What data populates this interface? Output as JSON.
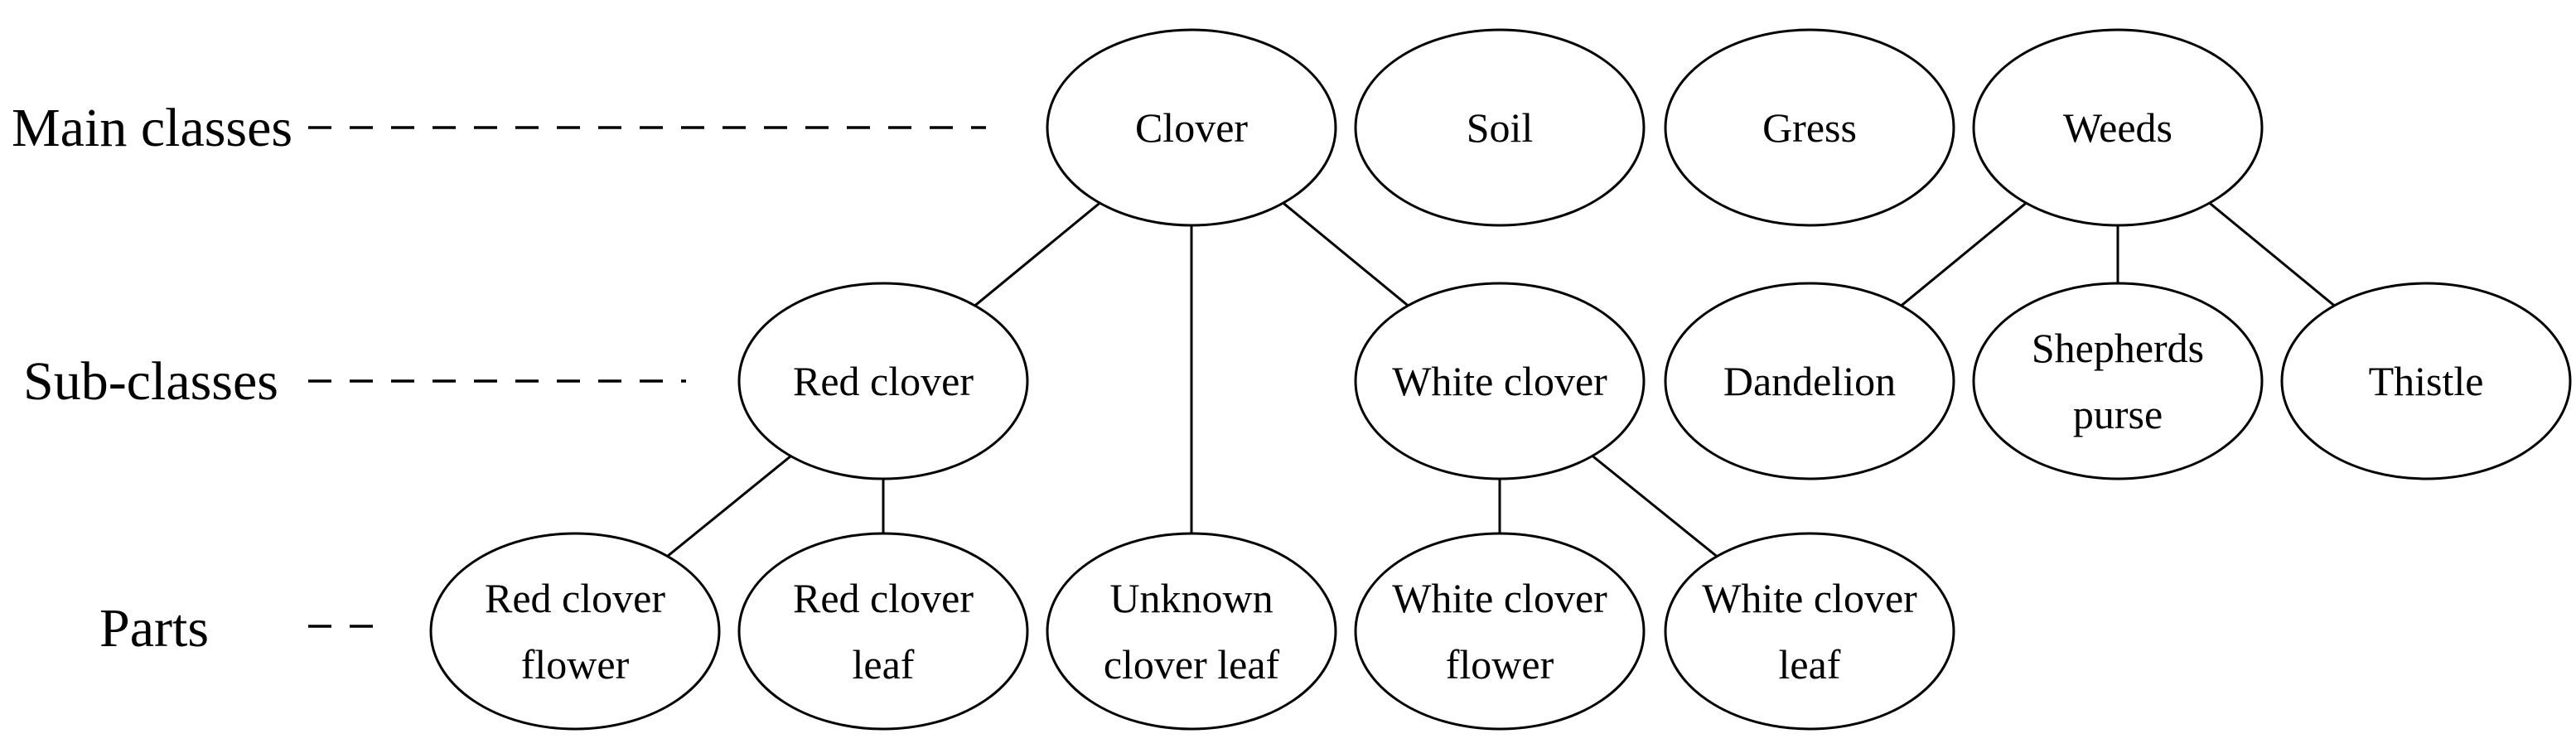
{
  "levels": {
    "main": "Main classes",
    "sub": "Sub-classes",
    "parts": "Parts"
  },
  "nodes": {
    "clover": [
      "Clover"
    ],
    "soil": [
      "Soil"
    ],
    "gress": [
      "Gress"
    ],
    "weeds": [
      "Weeds"
    ],
    "red_clover": [
      "Red clover"
    ],
    "white_clover": [
      "White clover"
    ],
    "dandelion": [
      "Dandelion"
    ],
    "shepherds_purse": [
      "Shepherds",
      "purse"
    ],
    "thistle": [
      "Thistle"
    ],
    "red_clover_flower": [
      "Red clover",
      "flower"
    ],
    "red_clover_leaf": [
      "Red clover",
      "leaf"
    ],
    "unknown_clover_leaf": [
      "Unknown",
      "clover leaf"
    ],
    "white_clover_flower": [
      "White clover",
      "flower"
    ],
    "white_clover_leaf": [
      "White clover",
      "leaf"
    ]
  },
  "edges": [
    [
      "clover",
      "red_clover"
    ],
    [
      "clover",
      "unknown_clover_leaf"
    ],
    [
      "clover",
      "white_clover"
    ],
    [
      "weeds",
      "dandelion"
    ],
    [
      "weeds",
      "shepherds_purse"
    ],
    [
      "weeds",
      "thistle"
    ],
    [
      "red_clover",
      "red_clover_flower"
    ],
    [
      "red_clover",
      "red_clover_leaf"
    ],
    [
      "white_clover",
      "white_clover_flower"
    ],
    [
      "white_clover",
      "white_clover_leaf"
    ]
  ]
}
